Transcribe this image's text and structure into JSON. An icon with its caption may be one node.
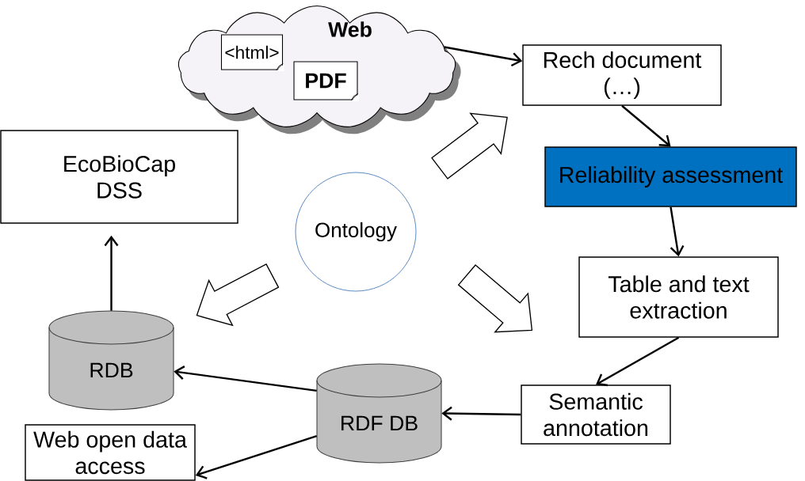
{
  "diagram": {
    "nodes": [
      {
        "text": [
          "Web"
        ]
      },
      {
        "text": [
          "<html>"
        ],
        "in": 0
      },
      {
        "text": [
          "PDF"
        ],
        "in": 0
      },
      {
        "text": [
          "Rech document (…)"
        ]
      },
      {
        "text": [
          "EcoBioCap DSS"
        ]
      },
      {
        "text": [
          "Reliability assessment"
        ]
      },
      {
        "text": [
          "Ontology"
        ]
      },
      {
        "text": [
          "Table and text extraction"
        ]
      },
      {
        "text": [
          "RDB"
        ]
      },
      {
        "text": [
          "RDF DB"
        ]
      },
      {
        "text": [
          "Semantic annotation"
        ]
      },
      {
        "text": [
          "Web open data access"
        ]
      }
    ],
    "edges": [
      {
        "from": 0,
        "to": 3,
        "arrow": "to"
      },
      {
        "from": 3,
        "to": 5,
        "arrow": "to"
      },
      {
        "from": 5,
        "to": 7,
        "arrow": "to"
      },
      {
        "from": 7,
        "to": 10,
        "arrow": "to"
      },
      {
        "from": 10,
        "to": 9,
        "arrow": "to"
      },
      {
        "from": 9,
        "to": 8,
        "arrow": "to"
      },
      {
        "from": 9,
        "to": 11,
        "arrow": "to"
      },
      {
        "from": 8,
        "to": 4,
        "arrow": "to"
      },
      {
        "from": 6,
        "to": 3,
        "arrow": "to",
        "style": "thick"
      },
      {
        "from": 6,
        "to": 8,
        "arrow": "to",
        "style": "thick"
      },
      {
        "from": 6,
        "to": 10,
        "arrow": "to",
        "style": "thick"
      }
    ]
  }
}
